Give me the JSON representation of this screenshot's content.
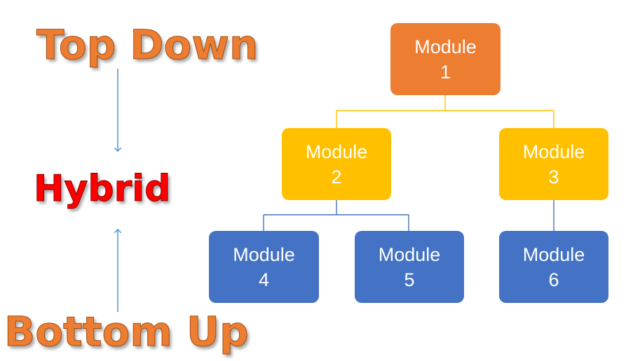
{
  "labels": {
    "top_down": "Top Down",
    "hybrid": "Hybrid",
    "bottom_up": "Bottom Up"
  },
  "modules": [
    {
      "title": "Module",
      "num": "1"
    },
    {
      "title": "Module",
      "num": "2"
    },
    {
      "title": "Module",
      "num": "3"
    },
    {
      "title": "Module",
      "num": "4"
    },
    {
      "title": "Module",
      "num": "5"
    },
    {
      "title": "Module",
      "num": "6"
    }
  ],
  "colors": {
    "level1": "#ED7D31",
    "level2": "#FFC000",
    "level3": "#4472C4",
    "top_down_text": "#ED7D31",
    "hybrid_text": "#FF0000",
    "bottom_up_text": "#ED7D31",
    "arrow": "#5B9BD5"
  }
}
